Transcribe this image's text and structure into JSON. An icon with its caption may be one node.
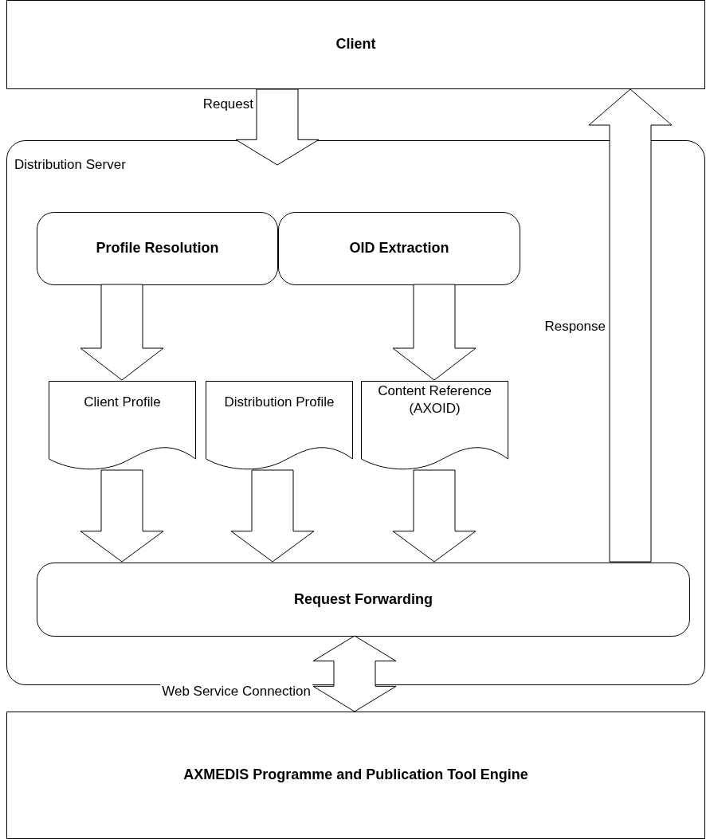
{
  "diagram": {
    "nodes": [
      {
        "text": [
          "Client"
        ]
      },
      {
        "text": [
          "Distribution Server"
        ]
      },
      {
        "text": [
          "Profile Resolution"
        ],
        "in": 1
      },
      {
        "text": [
          "OID Extraction"
        ],
        "in": 1
      },
      {
        "text": [
          "Client Profile"
        ],
        "in": 1
      },
      {
        "text": [
          "Distribution Profile"
        ],
        "in": 1
      },
      {
        "text": [
          "Content Reference (AXOID)"
        ],
        "in": 1
      },
      {
        "text": [
          "Request Forwarding"
        ],
        "in": 1
      },
      {
        "text": [
          "AXMEDIS Programme and Publication Tool Engine"
        ]
      }
    ],
    "edges": [
      {
        "from": 0,
        "to": 1,
        "arrow": "to",
        "label": "Request"
      },
      {
        "from": 7,
        "to": 0,
        "arrow": "to",
        "label": "Response"
      },
      {
        "from": 2,
        "to": 4,
        "arrow": "to"
      },
      {
        "from": 3,
        "to": 6,
        "arrow": "to"
      },
      {
        "from": 4,
        "to": 7,
        "arrow": "to"
      },
      {
        "from": 5,
        "to": 7,
        "arrow": "to"
      },
      {
        "from": 6,
        "to": 7,
        "arrow": "to"
      },
      {
        "from": 7,
        "to": 8,
        "arrow": "both",
        "label": "Web Service Connection"
      }
    ]
  }
}
